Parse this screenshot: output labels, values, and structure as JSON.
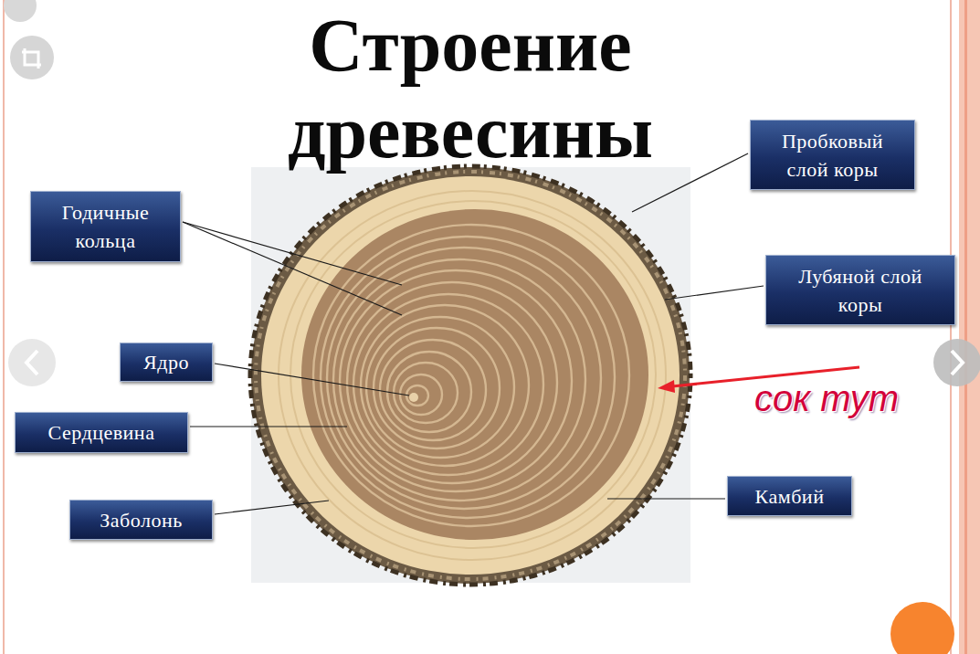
{
  "diagram": {
    "title": "Строение древесины",
    "nodes": [
      {
        "text": [
          "Пробковый слой коры"
        ]
      },
      {
        "text": [
          "Годичные кольца"
        ]
      },
      {
        "text": [
          "Лубяной слой коры"
        ]
      },
      {
        "text": [
          "Ядро"
        ]
      },
      {
        "text": [
          "Сердцевина"
        ]
      },
      {
        "text": [
          "Камбий"
        ]
      },
      {
        "text": [
          "Заболонь"
        ]
      }
    ],
    "labels": [
      "сок тут"
    ]
  }
}
